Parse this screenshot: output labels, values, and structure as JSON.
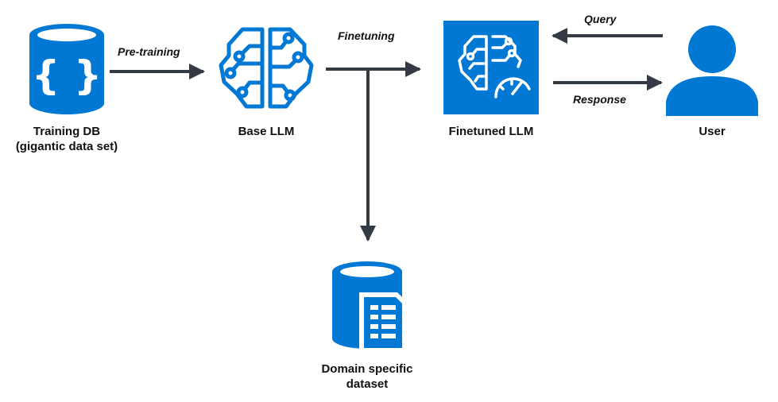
{
  "colors": {
    "node_blue": "#0078d4",
    "arrow": "#333a44",
    "text": "#111111",
    "background": "#ffffff"
  },
  "nodes": {
    "training_db": {
      "icon": "database-braces-icon",
      "label_line1": "Training DB",
      "label_line2": "(gigantic data set)"
    },
    "base_llm": {
      "icon": "brain-circuit-icon",
      "label": "Base LLM"
    },
    "finetuned_llm": {
      "icon": "brain-gauge-icon",
      "label": "Finetuned LLM"
    },
    "user": {
      "icon": "user-icon",
      "label": "User"
    },
    "domain_dataset": {
      "icon": "database-document-icon",
      "label_line1": "Domain specific",
      "label_line2": "dataset"
    }
  },
  "edges": {
    "pretraining": "Pre-training",
    "finetuning": "Finetuning",
    "query": "Query",
    "response": "Response"
  }
}
